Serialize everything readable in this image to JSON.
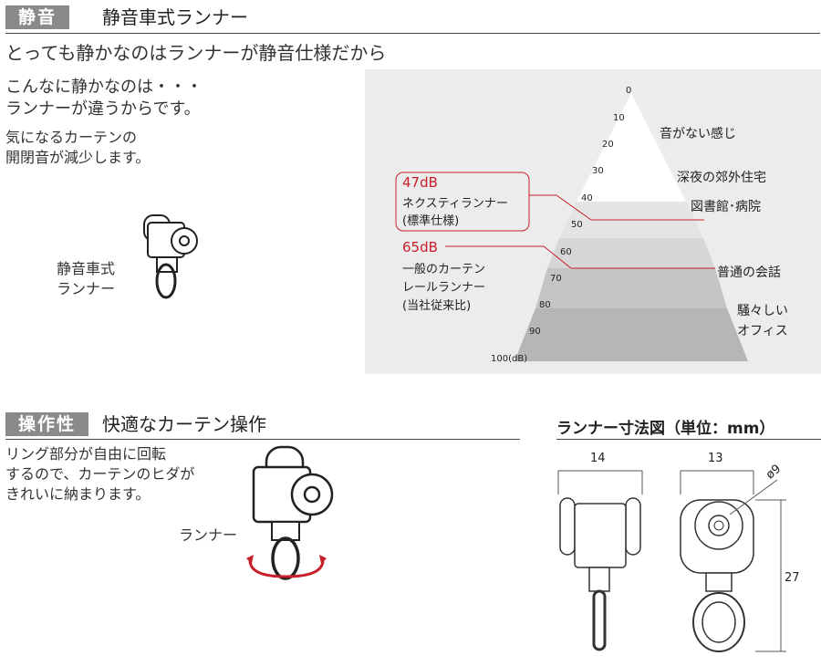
{
  "section1": {
    "tag": "静音",
    "title": "静音車式ランナー",
    "subtitle": "とっても静かなのはランナーが静音仕様だから",
    "lead": "こんなに静かなのは・・・\nランナーが違うからです。",
    "text": "気になるカーテンの\n開閉音が減少します。",
    "runner_label": "静音車式\nランナー"
  },
  "chart": {
    "ticks": [
      "0",
      "10",
      "20",
      "30",
      "40",
      "50",
      "60",
      "70",
      "80",
      "90",
      "100(dB)"
    ],
    "levels": [
      {
        "label": "音がない感じ"
      },
      {
        "label": "深夜の郊外住宅"
      },
      {
        "label": "図書館･病院"
      },
      {
        "label": "普通の会話"
      },
      {
        "label": "騒々しい\nオフィス"
      }
    ],
    "callout1": {
      "value": "47dB",
      "name": "ネクスティランナー",
      "note": "(標準仕様)"
    },
    "callout2": {
      "value": "65dB",
      "name": "一般のカーテン",
      "name2": "レールランナー",
      "note": "(当社従来比)"
    }
  },
  "section2": {
    "tag": "操作性",
    "title": "快適なカーテン操作",
    "text": "リング部分が自由に回転\nするので、カーテンのヒダが\nきれいに納まります。",
    "runner_label": "ランナー"
  },
  "dimensions": {
    "title": "ランナー寸法図（単位：mm）",
    "width_front": "14",
    "width_side": "13",
    "diameter": "ø9",
    "height": "27"
  },
  "colors": {
    "accent_red": "#c8202a",
    "tag_gray": "#8a8a8a",
    "panel": "#ececec"
  }
}
